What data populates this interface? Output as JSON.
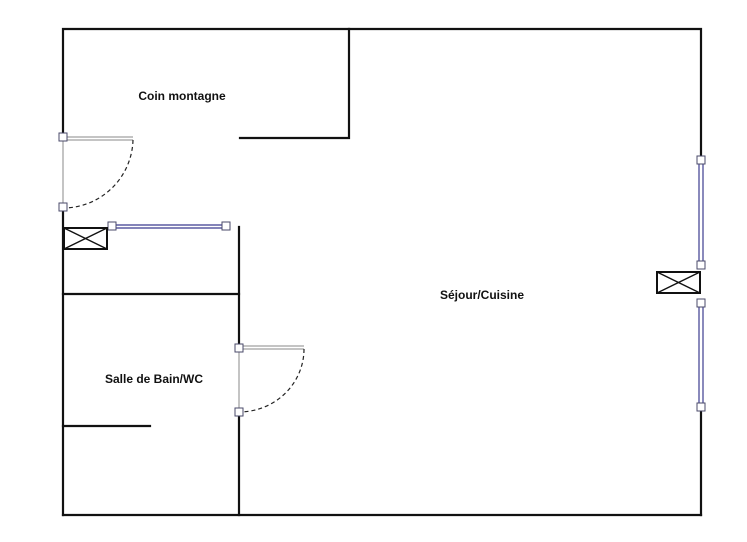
{
  "rooms": {
    "coin_montagne": "Coin montagne",
    "sejour_cuisine": "Séjour/Cuisine",
    "salle_de_bain": "Salle de Bain/WC"
  },
  "colors": {
    "walls": "#111111",
    "windows": "#3b3b8f",
    "background": "#ffffff"
  }
}
